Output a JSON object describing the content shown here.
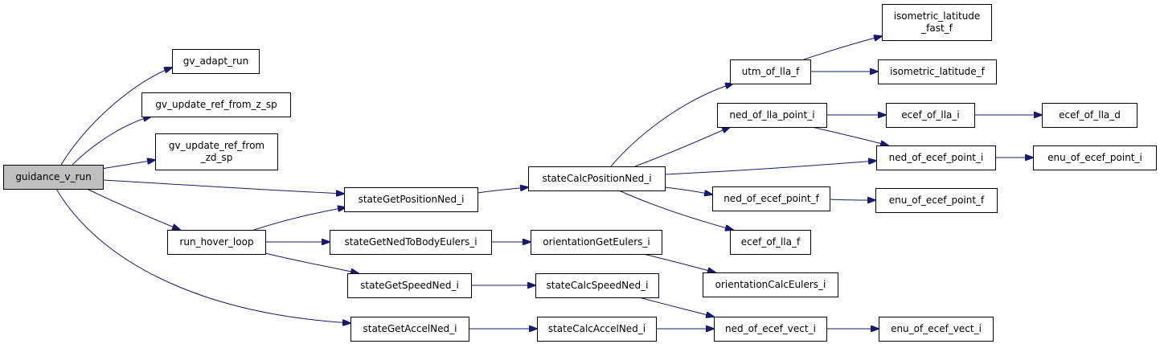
{
  "colors": {
    "edge": "#191970",
    "root_fill": "#bfbfbf",
    "node_fill": "#ffffff",
    "border": "#000000"
  },
  "nodes": [
    {
      "id": "guidance_v_run",
      "lines": [
        "guidance_v_run"
      ],
      "root": true
    },
    {
      "id": "gv_adapt_run",
      "lines": [
        "gv_adapt_run"
      ]
    },
    {
      "id": "gv_update_ref_from_z_sp",
      "lines": [
        "gv_update_ref_from_z_sp"
      ]
    },
    {
      "id": "gv_update_ref_from_zd_sp",
      "lines": [
        "gv_update_ref_from",
        "_zd_sp"
      ]
    },
    {
      "id": "stateGetPositionNed_i",
      "lines": [
        "stateGetPositionNed_i"
      ]
    },
    {
      "id": "run_hover_loop",
      "lines": [
        "run_hover_loop"
      ]
    },
    {
      "id": "stateGetNedToBodyEulers_i",
      "lines": [
        "stateGetNedToBodyEulers_i"
      ]
    },
    {
      "id": "stateGetSpeedNed_i",
      "lines": [
        "stateGetSpeedNed_i"
      ]
    },
    {
      "id": "stateGetAccelNed_i",
      "lines": [
        "stateGetAccelNed_i"
      ]
    },
    {
      "id": "stateCalcPositionNed_i",
      "lines": [
        "stateCalcPositionNed_i"
      ]
    },
    {
      "id": "orientationGetEulers_i",
      "lines": [
        "orientationGetEulers_i"
      ]
    },
    {
      "id": "stateCalcSpeedNed_i",
      "lines": [
        "stateCalcSpeedNed_i"
      ]
    },
    {
      "id": "stateCalcAccelNed_i",
      "lines": [
        "stateCalcAccelNed_i"
      ]
    },
    {
      "id": "utm_of_lla_f",
      "lines": [
        "utm_of_lla_f"
      ]
    },
    {
      "id": "ned_of_lla_point_i",
      "lines": [
        "ned_of_lla_point_i"
      ]
    },
    {
      "id": "ned_of_ecef_point_f",
      "lines": [
        "ned_of_ecef_point_f"
      ]
    },
    {
      "id": "ecef_of_lla_f",
      "lines": [
        "ecef_of_lla_f"
      ]
    },
    {
      "id": "orientationCalcEulers_i",
      "lines": [
        "orientationCalcEulers_i"
      ]
    },
    {
      "id": "ned_of_ecef_vect_i",
      "lines": [
        "ned_of_ecef_vect_i"
      ]
    },
    {
      "id": "isometric_latitude_fast_f",
      "lines": [
        "isometric_latitude",
        "_fast_f"
      ]
    },
    {
      "id": "isometric_latitude_f",
      "lines": [
        "isometric_latitude_f"
      ]
    },
    {
      "id": "ecef_of_lla_i",
      "lines": [
        "ecef_of_lla_i"
      ]
    },
    {
      "id": "ned_of_ecef_point_i",
      "lines": [
        "ned_of_ecef_point_i"
      ]
    },
    {
      "id": "enu_of_ecef_point_f",
      "lines": [
        "enu_of_ecef_point_f"
      ]
    },
    {
      "id": "enu_of_ecef_vect_i",
      "lines": [
        "enu_of_ecef_vect_i"
      ]
    },
    {
      "id": "ecef_of_lla_d",
      "lines": [
        "ecef_of_lla_d"
      ]
    },
    {
      "id": "enu_of_ecef_point_i",
      "lines": [
        "enu_of_ecef_point_i"
      ]
    }
  ],
  "edges": [
    [
      "guidance_v_run",
      "gv_adapt_run"
    ],
    [
      "guidance_v_run",
      "gv_update_ref_from_z_sp"
    ],
    [
      "guidance_v_run",
      "gv_update_ref_from_zd_sp"
    ],
    [
      "guidance_v_run",
      "stateGetPositionNed_i"
    ],
    [
      "guidance_v_run",
      "run_hover_loop"
    ],
    [
      "guidance_v_run",
      "stateGetAccelNed_i"
    ],
    [
      "run_hover_loop",
      "stateGetPositionNed_i"
    ],
    [
      "run_hover_loop",
      "stateGetNedToBodyEulers_i"
    ],
    [
      "run_hover_loop",
      "stateGetSpeedNed_i"
    ],
    [
      "stateGetPositionNed_i",
      "stateCalcPositionNed_i"
    ],
    [
      "stateGetNedToBodyEulers_i",
      "orientationGetEulers_i"
    ],
    [
      "stateGetSpeedNed_i",
      "stateCalcSpeedNed_i"
    ],
    [
      "stateGetAccelNed_i",
      "stateCalcAccelNed_i"
    ],
    [
      "stateCalcPositionNed_i",
      "utm_of_lla_f"
    ],
    [
      "stateCalcPositionNed_i",
      "ned_of_lla_point_i"
    ],
    [
      "stateCalcPositionNed_i",
      "ned_of_ecef_point_i"
    ],
    [
      "stateCalcPositionNed_i",
      "ned_of_ecef_point_f"
    ],
    [
      "stateCalcPositionNed_i",
      "ecef_of_lla_f"
    ],
    [
      "orientationGetEulers_i",
      "orientationCalcEulers_i"
    ],
    [
      "stateCalcSpeedNed_i",
      "ned_of_ecef_vect_i"
    ],
    [
      "stateCalcAccelNed_i",
      "ned_of_ecef_vect_i"
    ],
    [
      "utm_of_lla_f",
      "isometric_latitude_fast_f"
    ],
    [
      "utm_of_lla_f",
      "isometric_latitude_f"
    ],
    [
      "ned_of_lla_point_i",
      "ecef_of_lla_i"
    ],
    [
      "ned_of_lla_point_i",
      "ned_of_ecef_point_i"
    ],
    [
      "ecef_of_lla_i",
      "ecef_of_lla_d"
    ],
    [
      "ned_of_ecef_point_i",
      "enu_of_ecef_point_i"
    ],
    [
      "ned_of_ecef_point_f",
      "enu_of_ecef_point_f"
    ],
    [
      "ned_of_ecef_vect_i",
      "enu_of_ecef_vect_i"
    ]
  ]
}
